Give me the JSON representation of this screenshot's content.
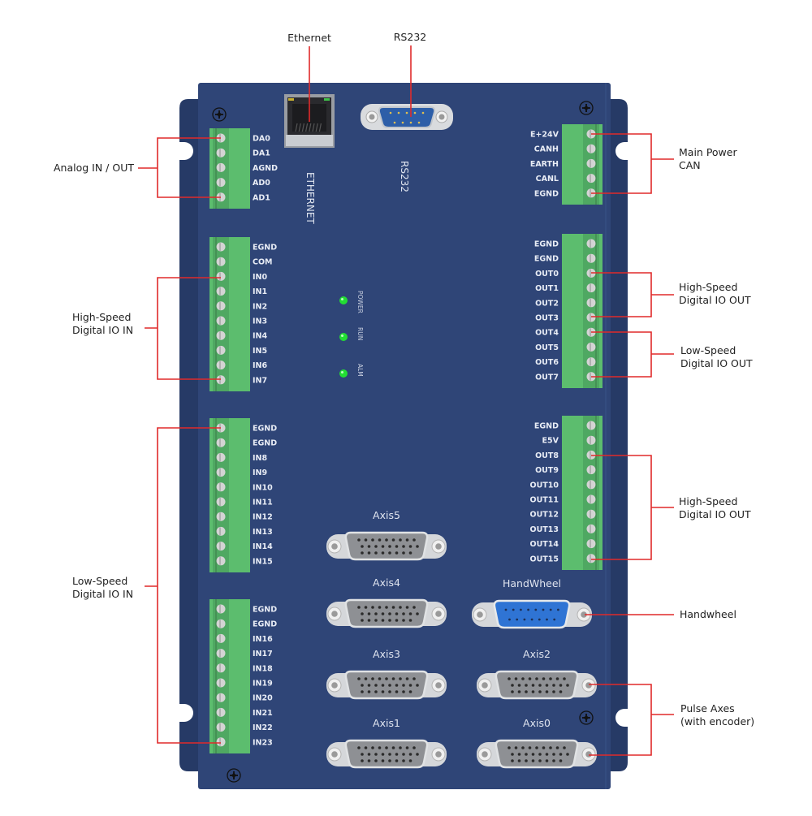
{
  "top_labels": {
    "ethernet": "Ethernet",
    "rs232": "RS232"
  },
  "panel_labels": {
    "ethernet_vertical": "ETHERNET",
    "rs232_vertical": "RS232"
  },
  "leds": [
    {
      "label": "POWER",
      "color": "#22dd33"
    },
    {
      "label": "RUN",
      "color": "#22dd33"
    },
    {
      "label": "ALM",
      "color": "#22dd33"
    }
  ],
  "terminal_blocks": {
    "analog": [
      "DA0",
      "DA1",
      "AGND",
      "AD0",
      "AD1"
    ],
    "power_can": [
      "E+24V",
      "CANH",
      "EARTH",
      "CANL",
      "EGND"
    ],
    "hs_in": [
      "EGND",
      "COM",
      "IN0",
      "IN1",
      "IN2",
      "IN3",
      "IN4",
      "IN5",
      "IN6",
      "IN7"
    ],
    "out_a": [
      "EGND",
      "EGND",
      "OUT0",
      "OUT1",
      "OUT2",
      "OUT3",
      "OUT4",
      "OUT5",
      "OUT6",
      "OUT7"
    ],
    "ls_in_a": [
      "EGND",
      "EGND",
      "IN8",
      "IN9",
      "IN10",
      "IN11",
      "IN12",
      "IN13",
      "IN14",
      "IN15"
    ],
    "out_b": [
      "EGND",
      "E5V",
      "OUT8",
      "OUT9",
      "OUT10",
      "OUT11",
      "OUT12",
      "OUT13",
      "OUT14",
      "OUT15"
    ],
    "ls_in_b": [
      "EGND",
      "EGND",
      "IN16",
      "IN17",
      "IN18",
      "IN19",
      "IN20",
      "IN21",
      "IN22",
      "IN23"
    ]
  },
  "connectors": {
    "axis5": "Axis5",
    "axis4": "Axis4",
    "handwheel": "HandWheel",
    "axis3": "Axis3",
    "axis2": "Axis2",
    "axis1": "Axis1",
    "axis0": "Axis0"
  },
  "callouts": {
    "analog": "Analog IN / OUT",
    "main_power_line1": "Main Power",
    "main_power_line2": "CAN",
    "hs_in_line1": "High-Speed",
    "hs_in_line2": "Digital IO IN",
    "hs_out_a_line1": "High-Speed",
    "hs_out_a_line2": "Digital IO OUT",
    "ls_out_line1": "Low-Speed",
    "ls_out_line2": "Digital IO OUT",
    "hs_out_b_line1": "High-Speed",
    "hs_out_b_line2": "Digital IO OUT",
    "ls_in_line1": "Low-Speed",
    "ls_in_line2": "Digital IO IN",
    "handwheel": "Handwheel",
    "pulse_line1": "Pulse Axes",
    "pulse_line2": "(with encoder)"
  },
  "colors": {
    "panel": "#2f4577",
    "panel_back": "#263a66",
    "terminal_green": "#5cbd6e",
    "callout_line": "#e02a2a",
    "handwheel_blue": "#2f74d4"
  }
}
